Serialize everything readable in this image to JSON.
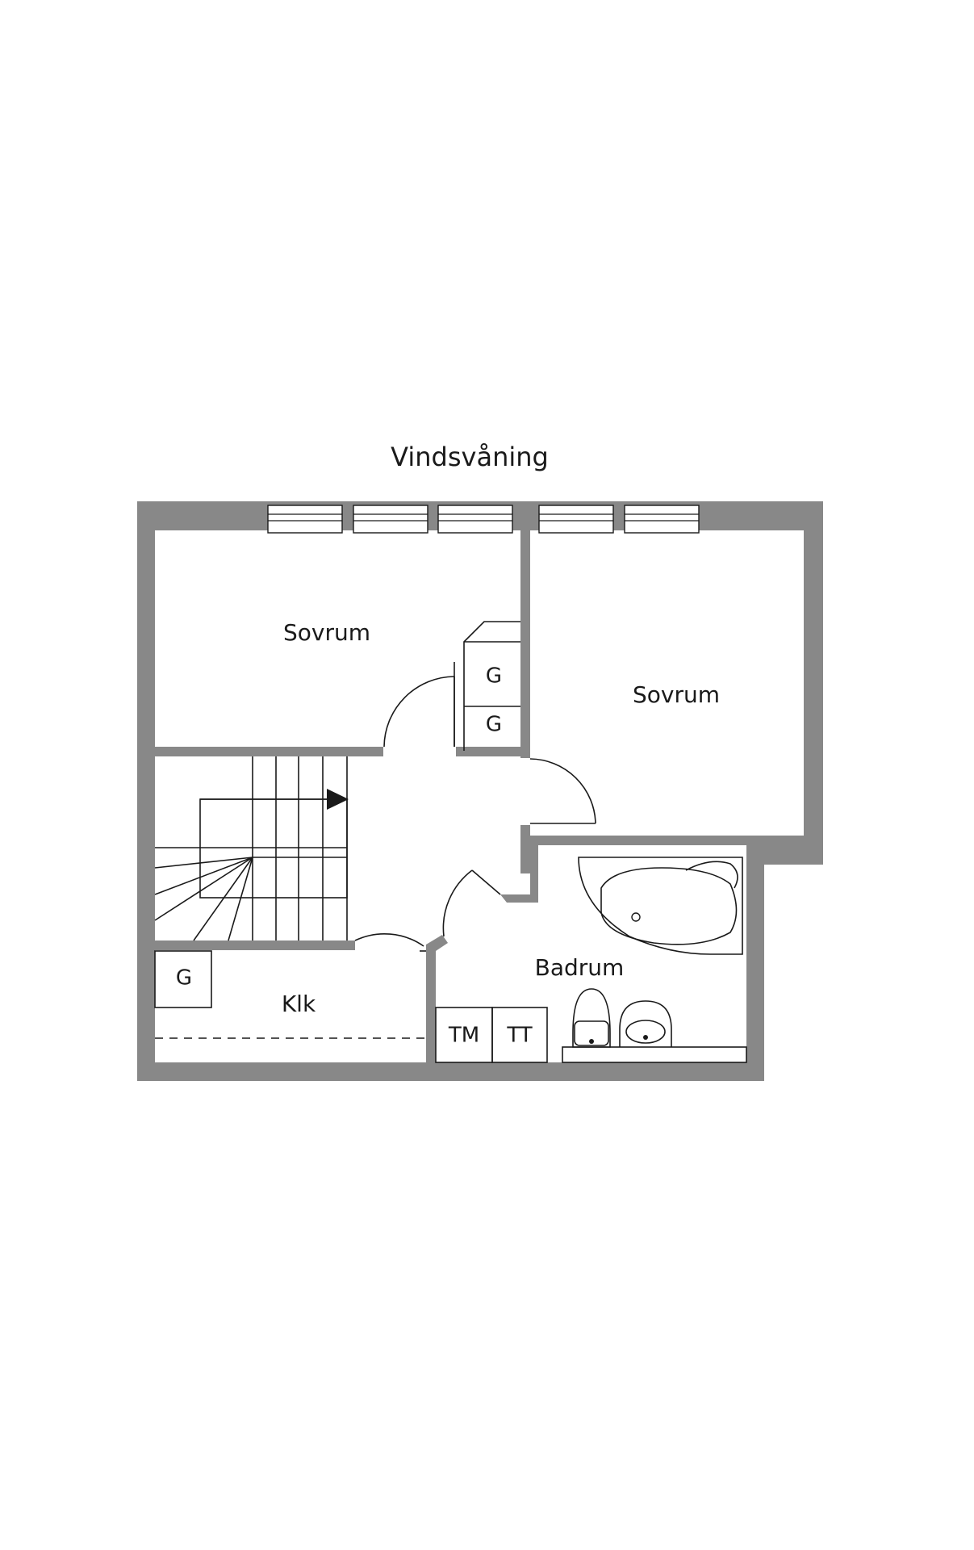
{
  "plan": {
    "title": "Vindsvåning",
    "rooms": {
      "bedroom_left": "Sovrum",
      "bedroom_right": "Sovrum",
      "bathroom": "Badrum",
      "closet": "Klk"
    },
    "fixtures": {
      "wardrobe_1": "G",
      "wardrobe_2": "G",
      "wardrobe_3": "G",
      "washing_machine": "TM",
      "tumble_dryer": "TT"
    },
    "colors": {
      "wall": "#888888",
      "line": "#1a1a1a",
      "background": "#ffffff"
    }
  }
}
